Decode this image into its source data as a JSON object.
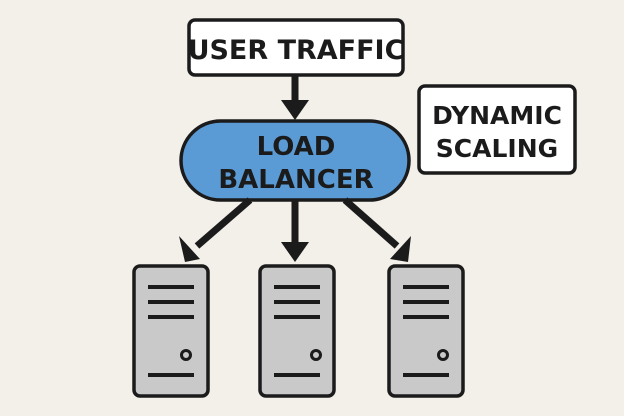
{
  "diagram": {
    "source": {
      "label": "USER TRAFFIC"
    },
    "balancer": {
      "lines": [
        "LOAD",
        "BALANCER"
      ],
      "fill_color": "#5b9bd5"
    },
    "annotation": {
      "lines": [
        "DYNAMIC",
        "SCALING"
      ]
    },
    "servers": [
      {
        "id": "server-1"
      },
      {
        "id": "server-2"
      },
      {
        "id": "server-3"
      }
    ],
    "server_color": "#c9c9c9",
    "stroke_color": "#1b1b1b",
    "background_color": "#f3efe9"
  }
}
